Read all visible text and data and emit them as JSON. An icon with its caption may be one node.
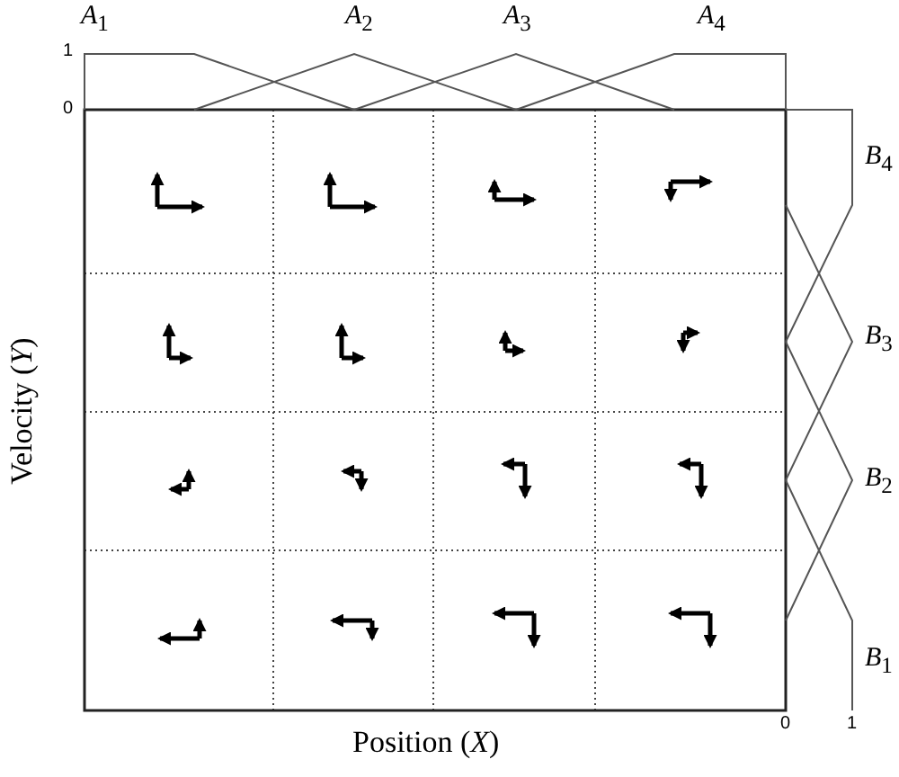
{
  "diagram": {
    "labels": [
      "*A*$_{1}$",
      "*A*$_{2}$",
      "*A*$_{3}$",
      "*A*$_{4}$",
      "1",
      "0",
      "*B*$_{4}$",
      "*B*$_{3}$",
      "Velocity (*Y*)",
      "*B*$_{2}$",
      "*B*$_{1}$",
      "0",
      "1",
      "Position (*X*)"
    ]
  }
}
